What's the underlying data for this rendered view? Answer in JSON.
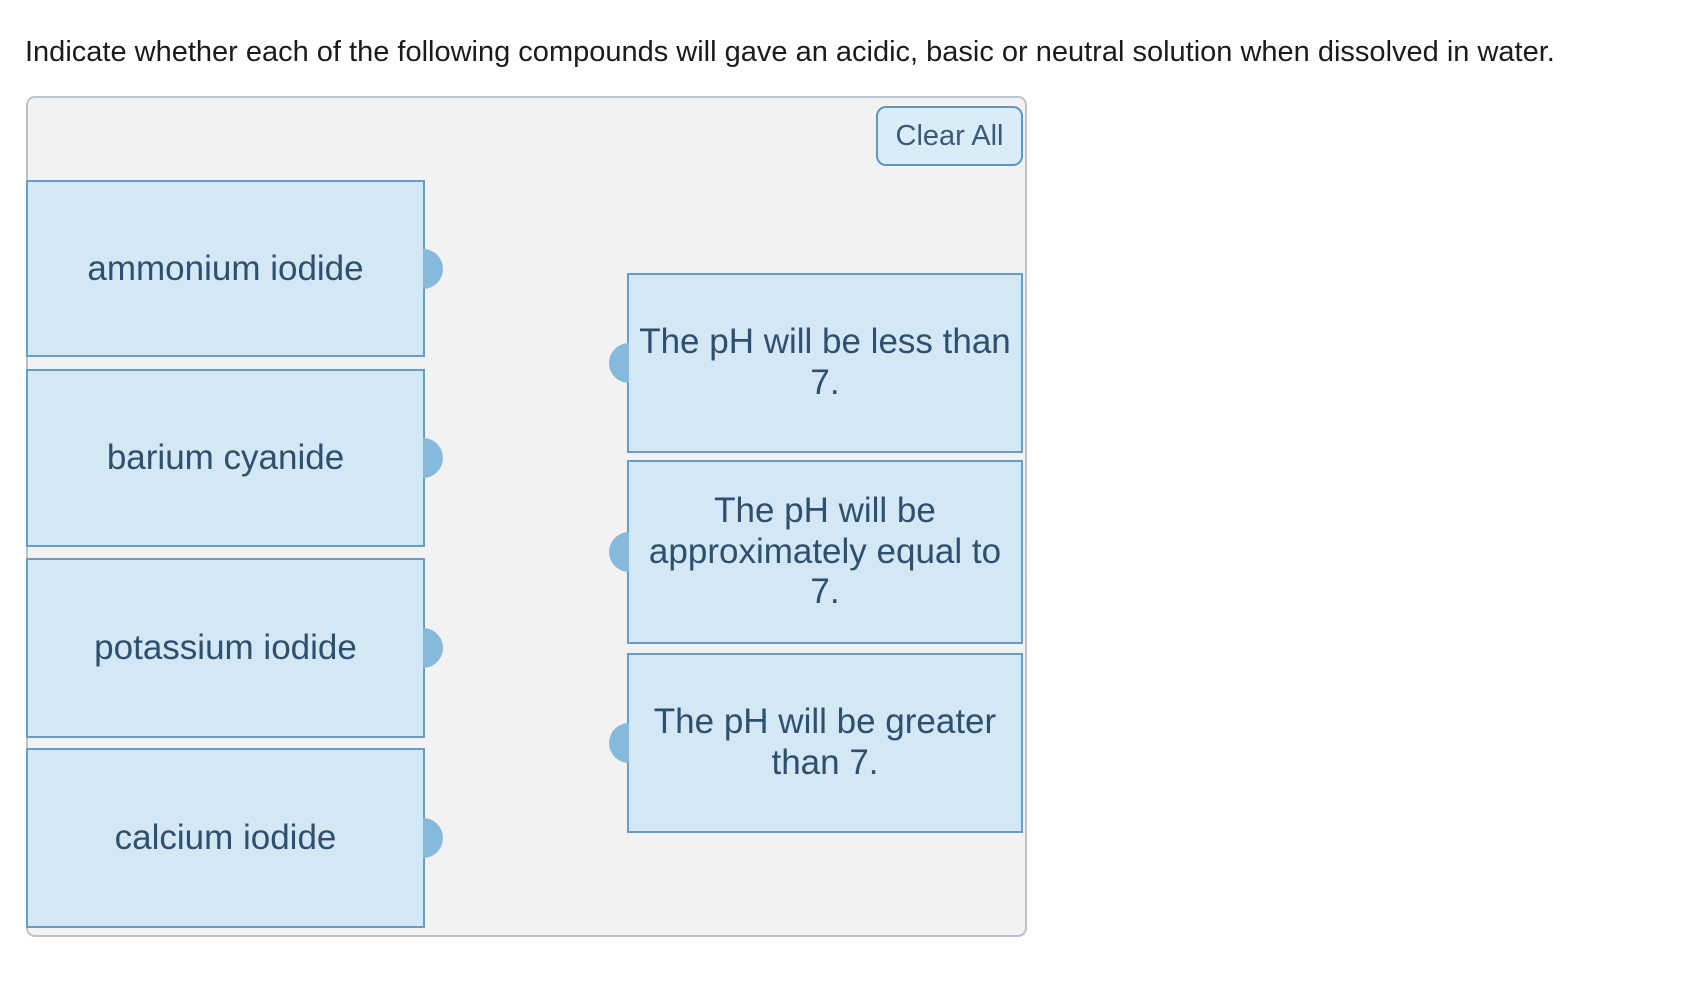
{
  "title": "Indicate whether each of the following compounds will gave an acidic, basic or neutral solution when dissolved in water.",
  "panel": {
    "clear_all_label": "Clear All",
    "compounds": [
      {
        "label": "ammonium iodide"
      },
      {
        "label": "barium cyanide"
      },
      {
        "label": "potassium iodide"
      },
      {
        "label": "calcium iodide"
      }
    ],
    "answers": [
      {
        "label": "The pH will be less than 7."
      },
      {
        "label": "The pH will be approximately equal to 7."
      },
      {
        "label": "The pH will be greater than 7."
      }
    ]
  },
  "colors": {
    "box_fill": "#d3e7f5",
    "box_border": "#6b9cc3",
    "box_text": "#2f4f6e",
    "knob": "#85badc",
    "panel_bg": "#f2f2f3",
    "panel_border": "#bac3cb",
    "button_fill": "#d9ecf8",
    "button_border": "#5e95c5",
    "button_text": "#3b5a78",
    "title_text": "#1b1b1b"
  }
}
